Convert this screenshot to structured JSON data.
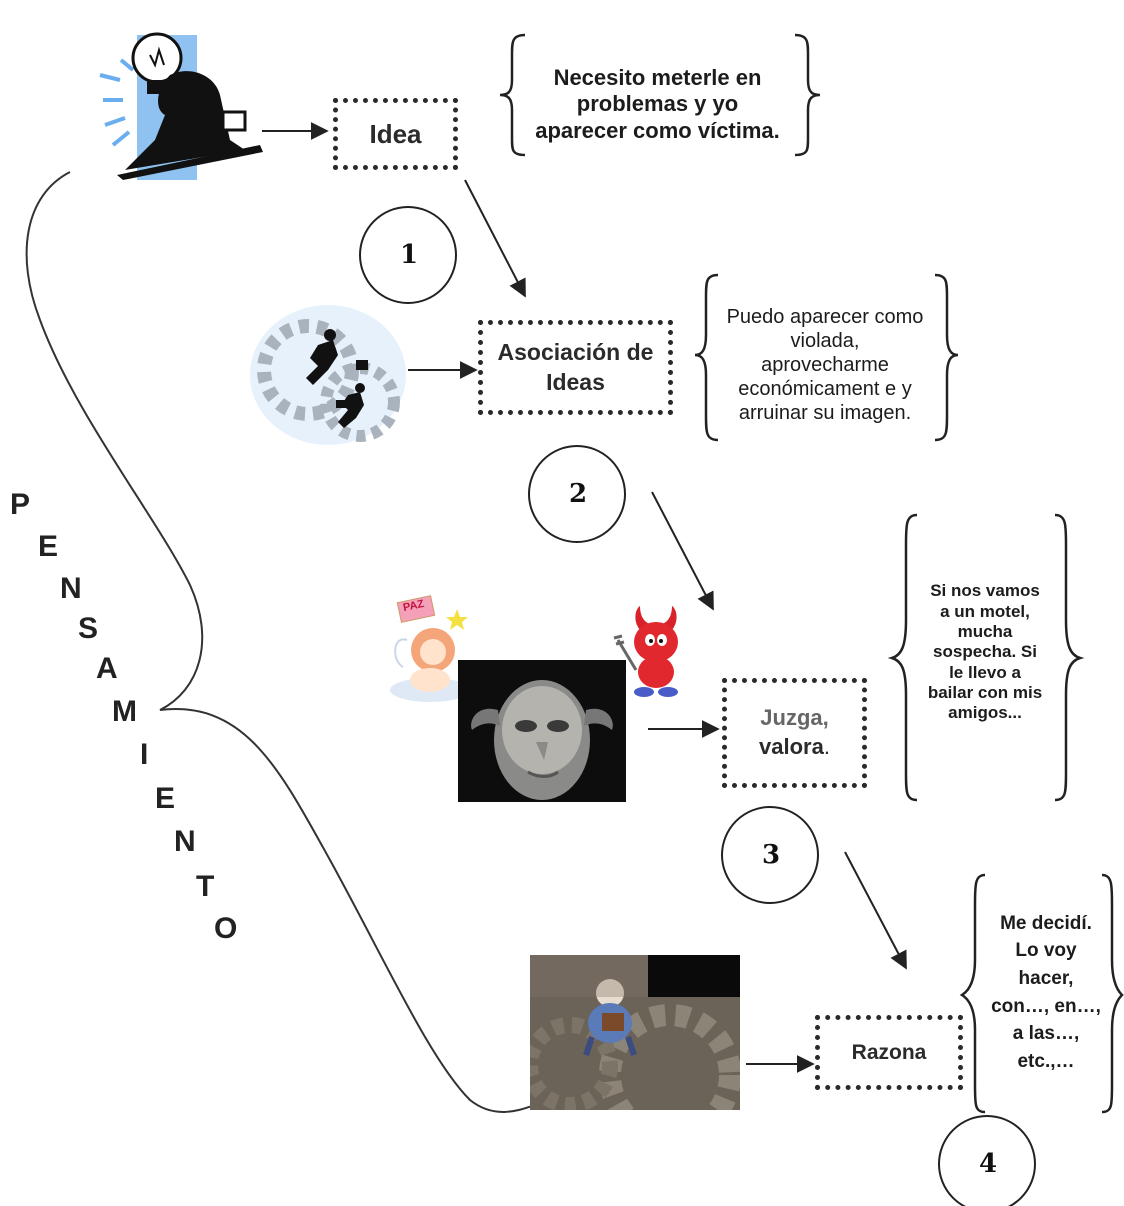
{
  "vertical_word": [
    "P",
    "E",
    "N",
    "S",
    "A",
    "M",
    "I",
    "E",
    "N",
    "T",
    "O"
  ],
  "steps": [
    {
      "number": "1",
      "box": "Idea",
      "note": "Necesito meterle en problemas y yo aparecer como víctima."
    },
    {
      "number": "2",
      "box": "Asociación de Ideas",
      "note": "Puedo aparecer como violada, aprovecharme económicament e y arruinar su imagen."
    },
    {
      "number": "3",
      "box_main": "Juzga,",
      "box_sub": "valora",
      "box_suffix": ".",
      "note": "Si nos vamos a un motel, mucha sospecha. Si le llevo a bailar con mis amigos..."
    },
    {
      "number": "4",
      "box": "Razona",
      "note": "Me decidí. Lo voy hacer, con…, en…, a las…, etc.,…"
    }
  ],
  "clipart": {
    "angel_sign": "PAZ",
    "icons": [
      "lightbulb-businessman-icon",
      "gears-businessmen-icon",
      "angel-icon",
      "devil-icon",
      "horned-man-photo",
      "gears-man-photo"
    ]
  },
  "colors": {
    "box_border": "#2a2a2a",
    "text": "#2b2b2b",
    "accent_blue": "#7fb6ea"
  }
}
